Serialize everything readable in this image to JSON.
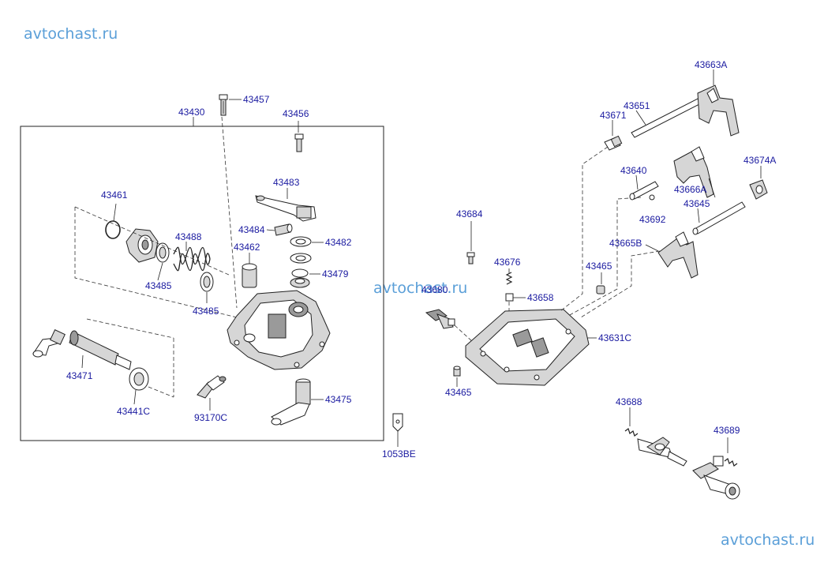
{
  "watermarks": [
    "avtochast.ru",
    "avtochast.ru",
    "avtochast.ru"
  ],
  "labels": {
    "p43430": "43430",
    "p43457": "43457",
    "p43456": "43456",
    "p43483": "43483",
    "p43461": "43461",
    "p43484": "43484",
    "p43488": "43488",
    "p43482": "43482",
    "p43462": "43462",
    "p43479": "43479",
    "p43485a": "43485",
    "p43485b": "43485",
    "p43471": "43471",
    "p43475": "43475",
    "p43441C": "43441C",
    "p93170C": "93170C",
    "p1053BE": "1053BE",
    "p43684": "43684",
    "p43676": "43676",
    "p43680": "43680",
    "p43658": "43658",
    "p43631C": "43631C",
    "p43465a": "43465",
    "p43465b": "43465",
    "p43663A": "43663A",
    "p43651": "43651",
    "p43671": "43671",
    "p43640": "43640",
    "p43666A": "43666A",
    "p43674A": "43674A",
    "p43692": "43692",
    "p43645": "43645",
    "p43665B": "43665B",
    "p43688": "43688",
    "p43689": "43689"
  }
}
